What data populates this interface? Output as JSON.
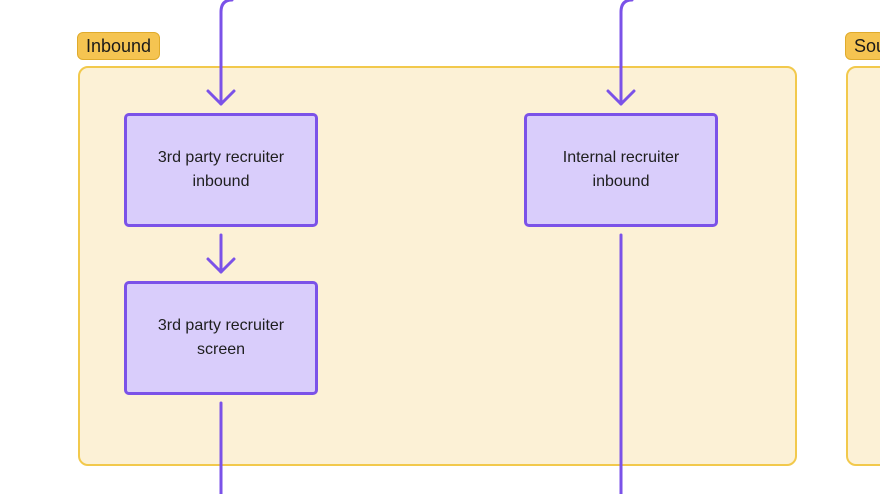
{
  "sections": [
    {
      "id": "inbound",
      "label": "Inbound"
    },
    {
      "id": "sourcing",
      "label": "Sou"
    }
  ],
  "nodes": [
    {
      "id": "third-party-inbound",
      "label": "3rd party recruiter inbound"
    },
    {
      "id": "internal-inbound",
      "label": "Internal recruiter inbound"
    },
    {
      "id": "third-party-screen",
      "label": "3rd party recruiter screen"
    }
  ],
  "colors": {
    "section_fill": "#fcf1d6",
    "section_border": "#f2c94c",
    "tag_fill": "#f5c451",
    "node_fill": "#d9cdfb",
    "node_border": "#7b52e8",
    "edge": "#7b52e8"
  }
}
